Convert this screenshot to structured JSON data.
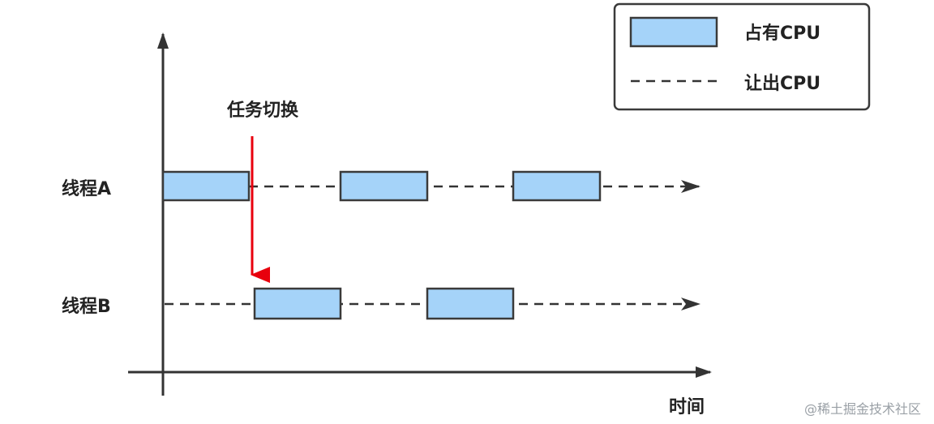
{
  "legend": {
    "occupy_label": "占有CPU",
    "yield_label": "让出CPU"
  },
  "annotation": {
    "task_switch": "任务切换"
  },
  "threads": [
    {
      "label": "线程A"
    },
    {
      "label": "线程B"
    }
  ],
  "axis": {
    "x_label": "时间"
  },
  "watermark": "@稀土掘金技术社区",
  "colors": {
    "bar_fill": "#a5d3f9",
    "bar_stroke": "#3a3a3a",
    "axis": "#333333",
    "switch_arrow": "#e8000d",
    "dashed": "#333333"
  }
}
